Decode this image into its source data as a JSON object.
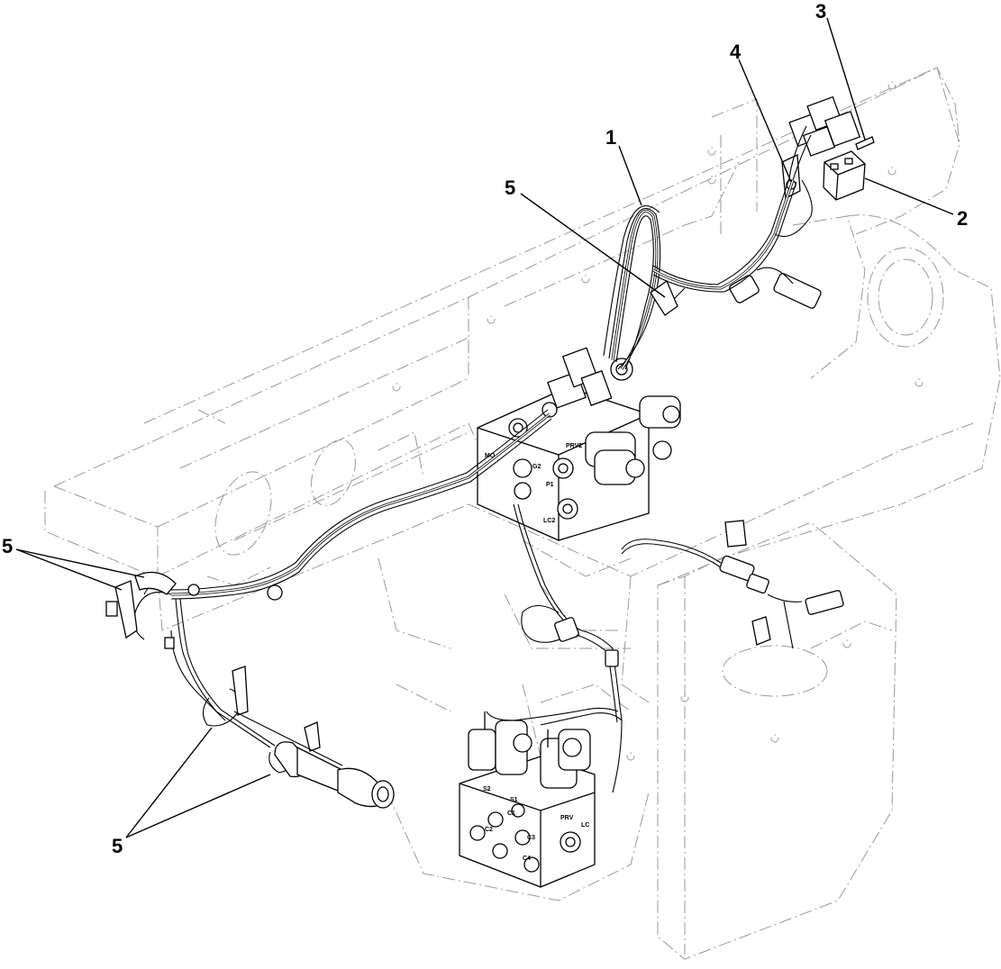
{
  "callouts": [
    {
      "id": "1",
      "label": "1"
    },
    {
      "id": "2",
      "label": "2"
    },
    {
      "id": "3",
      "label": "3"
    },
    {
      "id": "4",
      "label": "4"
    },
    {
      "id": "5a",
      "label": "5"
    },
    {
      "id": "5b",
      "label": "5"
    },
    {
      "id": "5c",
      "label": "5"
    }
  ],
  "valve_block_upper": {
    "ports": [
      "MO",
      "G2",
      "PRV2",
      "P1",
      "LC2"
    ]
  },
  "valve_block_lower": {
    "ports": [
      "S2",
      "S1",
      "PRV",
      "LC",
      "C1",
      "C2",
      "C3",
      "C4"
    ]
  }
}
